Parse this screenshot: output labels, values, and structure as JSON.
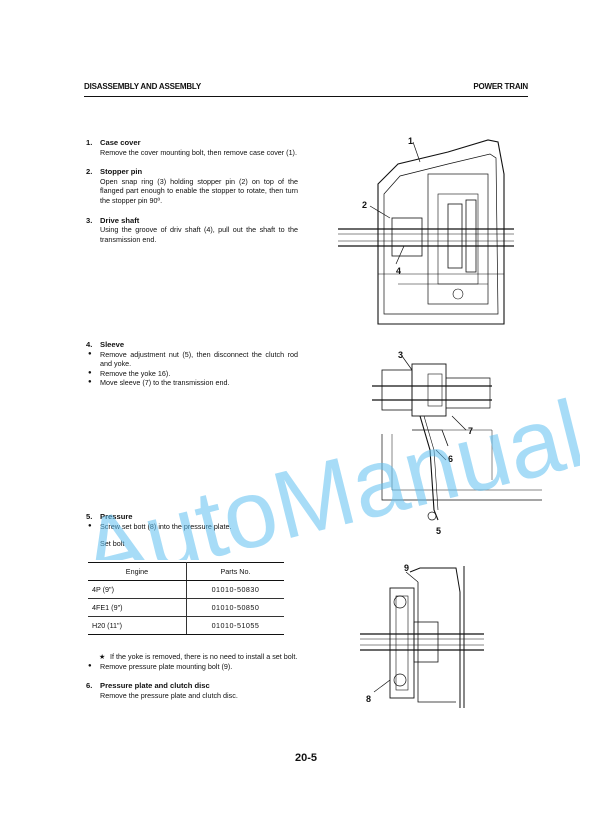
{
  "header": {
    "left": "DISASSEMBLY AND ASSEMBLY",
    "right": "POWER TRAIN"
  },
  "sections": {
    "s1": {
      "num": "1.",
      "title": "Case cover",
      "body": "Remove the cover mounting bolt, then remove case cover (1)."
    },
    "s2": {
      "num": "2.",
      "title": "Stopper pin",
      "body": "Open snap ring (3) holding stopper pin (2) on top of the flanged part enough to enable the stopper to rotate, then turn the stopper pin 90º."
    },
    "s3": {
      "num": "3.",
      "title": "Drive shaft",
      "body": "Using the groove of driv shaft (4), pull out the shaft to the transmission end."
    },
    "s4": {
      "num": "4.",
      "title": "Sleeve",
      "bullets": [
        "Remove adjustment nut (5), then disconnect the clutch rod and yoke.",
        "Remove the yoke 16).",
        "Move sleeve (7) to the transmission end."
      ]
    },
    "s5": {
      "num": "5.",
      "title": "Pressure",
      "bullets": [
        "Screw set bott (8) into the pressure plate."
      ],
      "set_bolt_label": "Set bolt",
      "note": "If the yoke is removed, there is no need to install a set bolt.",
      "note_mark": "★",
      "bullet_after": "Remove pressure plate mounting bolt (9)."
    },
    "s6": {
      "num": "6.",
      "title": "Pressure plate and clutch disc",
      "body": "Remove the pressure plate and clutch disc."
    }
  },
  "parts_table": {
    "headers": [
      "Engine",
      "Parts No."
    ],
    "rows": [
      [
        "4P (9\")",
        "01010-50830"
      ],
      [
        "4FE1 (9\")",
        "01010-50850"
      ],
      [
        "H20 (11\")",
        "01010-51055"
      ]
    ]
  },
  "figures": {
    "fig1_labels": [
      "1",
      "2",
      "4"
    ],
    "fig2_labels": [
      "3",
      "7",
      "6",
      "5"
    ],
    "fig3_labels": [
      "9",
      "8"
    ]
  },
  "page_number": "20-5",
  "watermark": "AutoManual",
  "colors": {
    "watermark": "#5fc0f0",
    "text": "#111111"
  }
}
